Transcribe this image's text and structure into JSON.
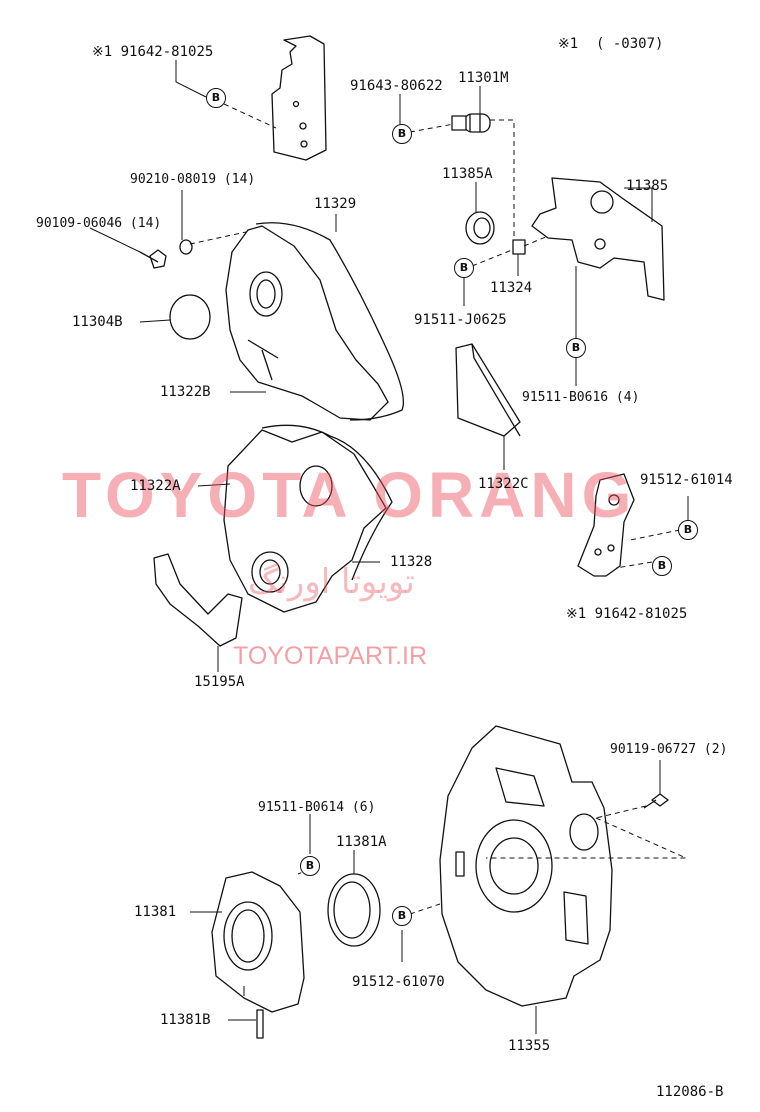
{
  "note": {
    "mark": "※1",
    "range": "(      -0307)"
  },
  "diagram_id": "112086-B",
  "badge_letter": "B",
  "watermark": {
    "main": "TOYOTA ORANG",
    "persian": "تویوتا اورنگ",
    "url": "TOYOTAPART.IR"
  },
  "parts": {
    "p91642_top": "※1  91642-81025",
    "p91643": "91643-80622",
    "p11301M": "11301M",
    "p90210": "90210-08019 (14)",
    "p90109": "90109-06046 (14)",
    "p11329": "11329",
    "p11385A": "11385A",
    "p11385": "11385",
    "p11304B": "11304B",
    "p11324": "11324",
    "p91511_J0625": "91511-J0625",
    "p11322B": "11322B",
    "p91511_B0616": "91511-B0616 (4)",
    "p11322A": "11322A",
    "p11322C": "11322C",
    "p91512_61014": "91512-61014",
    "p11328": "11328",
    "p91642_right": "※1  91642-81025",
    "p15195A": "15195A",
    "p90119": "90119-06727 (2)",
    "p91511_B0614": "91511-B0614 (6)",
    "p11381A": "11381A",
    "p11381": "11381",
    "p91512_61070": "91512-61070",
    "p11381B": "11381B",
    "p11355": "11355"
  }
}
